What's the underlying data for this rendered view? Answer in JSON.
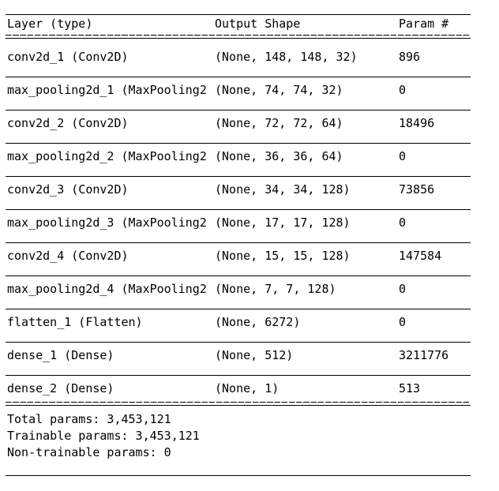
{
  "table": {
    "header": {
      "layer": "Layer (type)",
      "shape": "Output Shape",
      "param": "Param #"
    },
    "rows": [
      {
        "layer": "conv2d_1 (Conv2D)",
        "shape": "(None, 148, 148, 32)",
        "param": "896"
      },
      {
        "layer": "max_pooling2d_1 (MaxPooling2",
        "shape": "(None, 74, 74, 32)",
        "param": "0"
      },
      {
        "layer": "conv2d_2 (Conv2D)",
        "shape": "(None, 72, 72, 64)",
        "param": "18496"
      },
      {
        "layer": "max_pooling2d_2 (MaxPooling2",
        "shape": "(None, 36, 36, 64)",
        "param": "0"
      },
      {
        "layer": "conv2d_3 (Conv2D)",
        "shape": "(None, 34, 34, 128)",
        "param": "73856"
      },
      {
        "layer": "max_pooling2d_3 (MaxPooling2",
        "shape": "(None, 17, 17, 128)",
        "param": "0"
      },
      {
        "layer": "conv2d_4 (Conv2D)",
        "shape": "(None, 15, 15, 128)",
        "param": "147584"
      },
      {
        "layer": "max_pooling2d_4 (MaxPooling2",
        "shape": "(None, 7, 7, 128)",
        "param": "0"
      },
      {
        "layer": "flatten_1 (Flatten)",
        "shape": "(None, 6272)",
        "param": "0"
      },
      {
        "layer": "dense_1 (Dense)",
        "shape": "(None, 512)",
        "param": "3211776"
      },
      {
        "layer": "dense_2 (Dense)",
        "shape": "(None, 1)",
        "param": "513"
      }
    ]
  },
  "totals": {
    "total_params": "Total params: 3,453,121",
    "trainable_params": "Trainable params: 3,453,121",
    "non_trainable_params": "Non-trainable params: 0"
  },
  "colors": {
    "background": "#ffffff",
    "text": "#000000",
    "rule": "#000000"
  }
}
